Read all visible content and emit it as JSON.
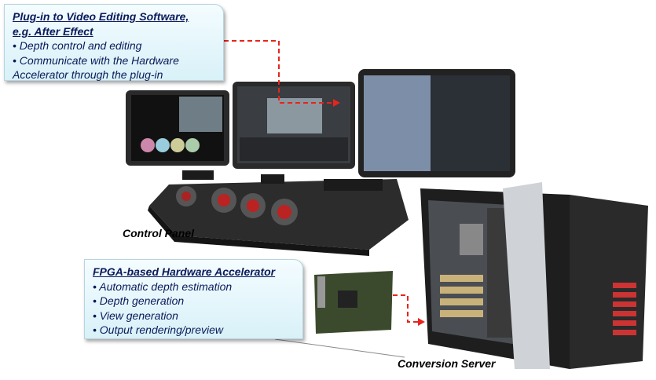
{
  "plugin_box": {
    "title_line1": "Plug-in to Video Editing Software,",
    "title_line2": "e.g. After Effect",
    "items": [
      "• Depth control and editing",
      "• Communicate with the Hardware",
      "Accelerator through the plug-in"
    ]
  },
  "fpga_box": {
    "title": "FPGA-based Hardware Accelerator",
    "items": [
      "• Automatic depth estimation",
      "• Depth generation",
      "• View generation",
      "• Output rendering/preview"
    ]
  },
  "labels": {
    "control_panel": "Control Panel",
    "conversion_server": "Conversion Server"
  },
  "colors": {
    "arrow": "#e8241c",
    "box_text": "#0b1a5a"
  }
}
